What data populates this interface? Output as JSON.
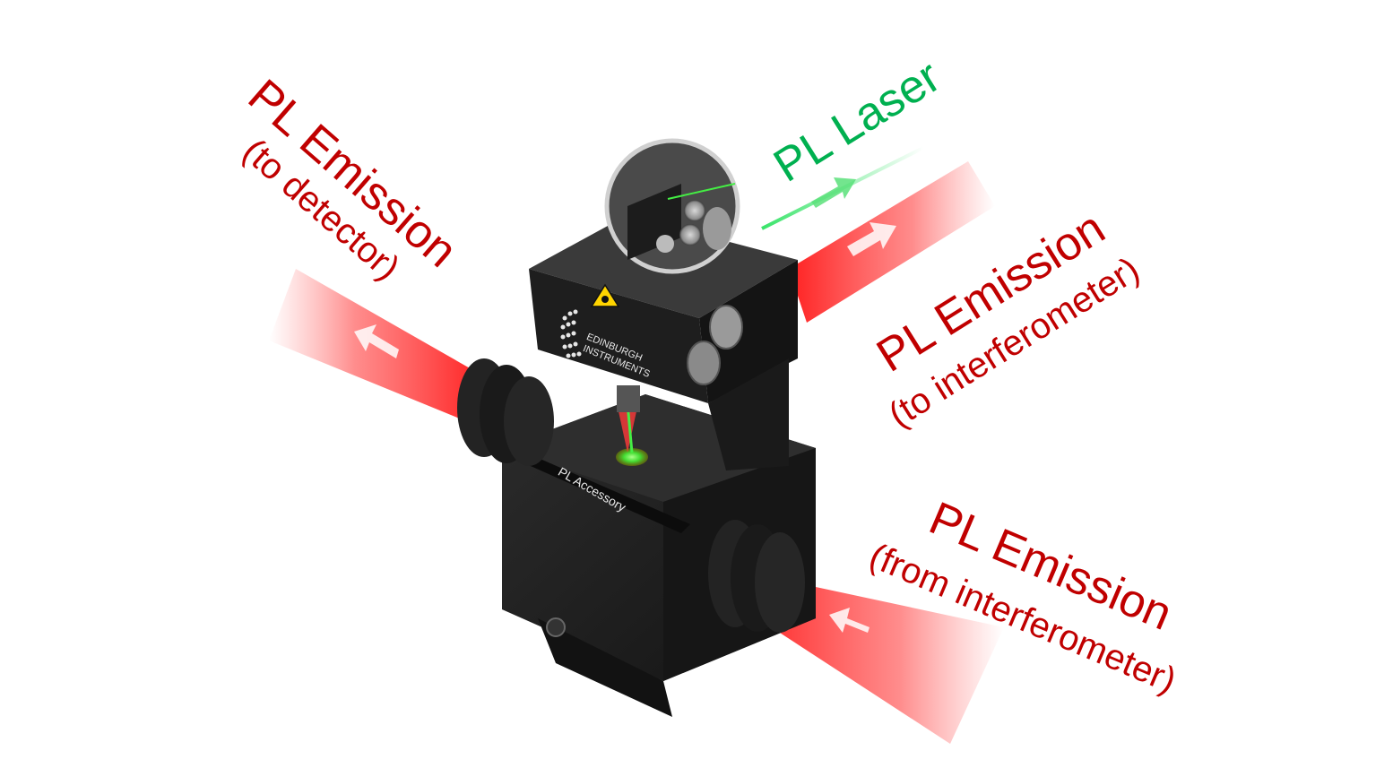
{
  "labels": {
    "emission_detector": {
      "title": "PL Emission",
      "subtitle": "(to detector)"
    },
    "laser": {
      "title": "PL Laser"
    },
    "emission_to_interferometer": {
      "title": "PL Emission",
      "subtitle": "(to interferometer)"
    },
    "emission_from_interferometer": {
      "title": "PL Emission",
      "subtitle": "(from interferometer)"
    }
  },
  "device": {
    "brand_line1": "EDINBURGH",
    "brand_line2": "INSTRUMENTS",
    "accessory_label": "PL Accessory"
  },
  "colors": {
    "emission": "#c00000",
    "laser": "#00b050",
    "beam_red": "#ff2a2a",
    "beam_green": "#39e46a",
    "device_body": "#1f1f1f"
  }
}
